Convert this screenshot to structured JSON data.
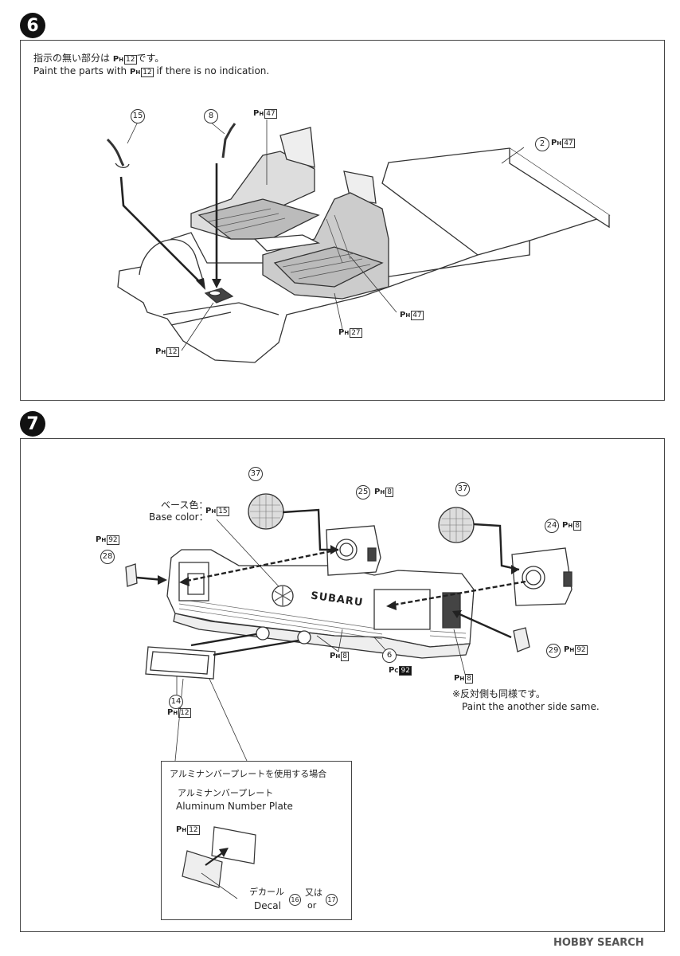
{
  "step6": {
    "number": "6",
    "note_jp": "指示の無い部分は",
    "note_jp_tail": "です。",
    "note_en": "Paint the parts with",
    "note_en_tail": "if there is no indication.",
    "note_paint_code": "12",
    "parts": {
      "p15": "15",
      "p8": "8",
      "p2": "2"
    },
    "paints": {
      "seat_top": "47",
      "floor": "47",
      "seat_side": "47",
      "seat_base": "27",
      "lever_base": "12"
    }
  },
  "step7": {
    "number": "7",
    "base_color_jp": "ベース色：",
    "base_color_en": "Base color：",
    "base_color_code": "15",
    "grille_text": "SUBARU",
    "parts": {
      "p37a": "37",
      "p37b": "37",
      "p25": "25",
      "p24": "24",
      "p28": "28",
      "p29": "29",
      "p14": "14",
      "p6": "6"
    },
    "paints": {
      "p25": "8",
      "p24": "8",
      "p28": "92",
      "p29": "92",
      "p14": "12",
      "grille_bottom": "8",
      "p6_pc": "92",
      "side_h": "8"
    },
    "note_jp": "※反対側も同様です。",
    "note_en": "Paint the another side same.",
    "callout": {
      "title_jp": "アルミナンバープレートを使用する場合",
      "plate_jp": "アルミナンバープレート",
      "plate_en": "Aluminum Number Plate",
      "plate_paint": "12",
      "decal_jp": "デカール",
      "decal_en": "Decal",
      "decal_a": "16",
      "or_jp": "又は",
      "or_en": "or",
      "decal_b": "17"
    }
  },
  "watermark": "HOBBY SEARCH"
}
